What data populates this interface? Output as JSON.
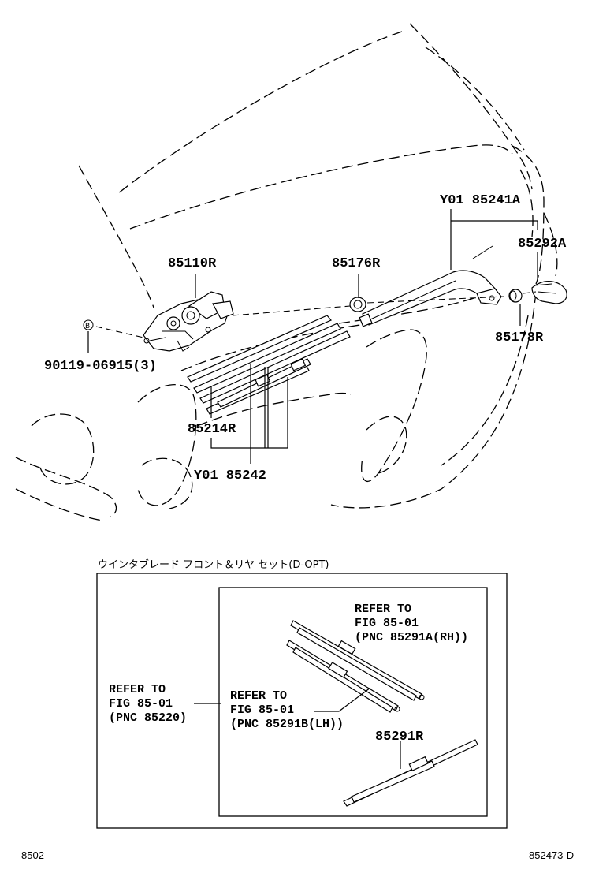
{
  "labels": {
    "arm_rear": "Y01 85241A",
    "cap_arm": "85292A",
    "motor": "85110R",
    "nut_cover": "85176R",
    "bolt": "90119-06915(3)",
    "screw_mark": "B",
    "nut": "85178R",
    "blade_rubber": "85214R",
    "blade_set": "Y01 85242"
  },
  "inset": {
    "caption": "ウインタブレード フロント＆リヤ セット(D-OPT)",
    "refer_left": [
      "REFER TO",
      "FIG 85-01",
      "(PNC 85220)"
    ],
    "refer_rh": [
      "REFER TO",
      "FIG 85-01",
      "(PNC 85291A(RH))"
    ],
    "refer_lh": [
      "REFER TO",
      "FIG 85-01",
      "(PNC 85291B(LH))"
    ],
    "rear_blade": "85291R"
  },
  "footer": {
    "left_code": "8502",
    "right_code": "852473-D"
  }
}
